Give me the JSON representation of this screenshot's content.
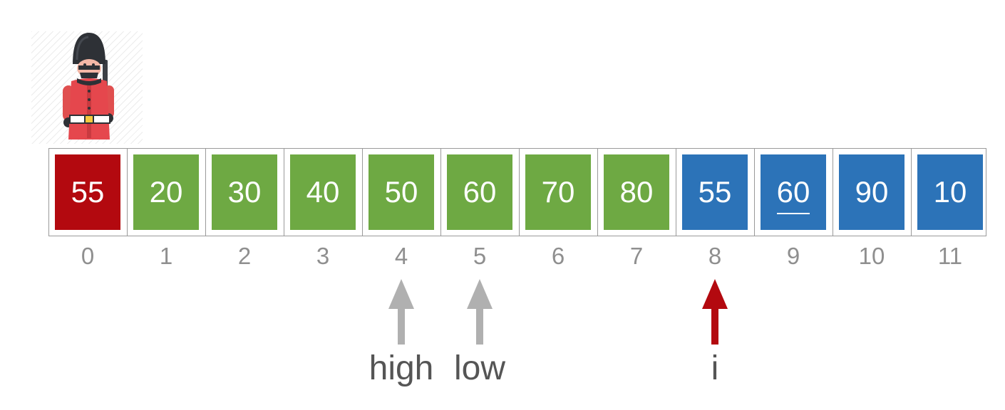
{
  "array": {
    "cells": [
      {
        "value": "55",
        "color": "#b3090f"
      },
      {
        "value": "20",
        "color": "#6ea943"
      },
      {
        "value": "30",
        "color": "#6ea943"
      },
      {
        "value": "40",
        "color": "#6ea943"
      },
      {
        "value": "50",
        "color": "#6ea943"
      },
      {
        "value": "60",
        "color": "#6ea943"
      },
      {
        "value": "70",
        "color": "#6ea943"
      },
      {
        "value": "80",
        "color": "#6ea943"
      },
      {
        "value": "55",
        "color": "#2c73b8"
      },
      {
        "value": "60",
        "color": "#2c73b8",
        "underlined": true
      },
      {
        "value": "90",
        "color": "#2c73b8"
      },
      {
        "value": "10",
        "color": "#2c73b8"
      }
    ],
    "indices": [
      "0",
      "1",
      "2",
      "3",
      "4",
      "5",
      "6",
      "7",
      "8",
      "9",
      "10",
      "11"
    ]
  },
  "pointers": [
    {
      "label": "high",
      "index": 4,
      "color": "#b0b0b0"
    },
    {
      "label": "low",
      "index": 5,
      "color": "#b0b0b0"
    },
    {
      "label": "i",
      "index": 8,
      "color": "#b3090f"
    }
  ],
  "sentinel_icon": "royal-guard-icon",
  "colors": {
    "pivot": "#b3090f",
    "processed": "#6ea943",
    "unprocessed": "#2c73b8",
    "pointer_idle": "#b0b0b0",
    "pointer_active": "#b3090f"
  }
}
